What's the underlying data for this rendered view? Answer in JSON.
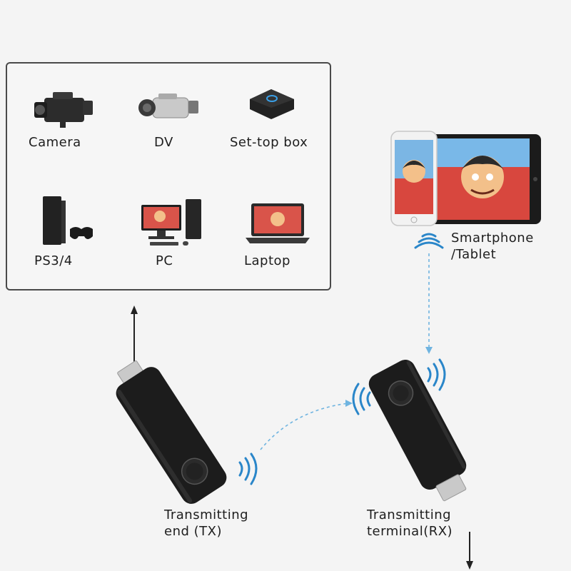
{
  "sources": {
    "items": [
      {
        "label": "Camera",
        "icon": "camera-icon"
      },
      {
        "label": "DV",
        "icon": "camcorder-icon"
      },
      {
        "label": "Set-top box",
        "icon": "set-top-box-icon"
      },
      {
        "label": "PS3/4",
        "icon": "game-console-icon"
      },
      {
        "label": "PC",
        "icon": "desktop-pc-icon"
      },
      {
        "label": "Laptop",
        "icon": "laptop-icon"
      }
    ]
  },
  "receiver_targets": {
    "line1": "Smartphone",
    "line2": "/Tablet",
    "icon": "phone-tablet-icon"
  },
  "tx": {
    "line1": "Transmitting",
    "line2": "end (TX)",
    "icon": "hdmi-dongle-icon"
  },
  "rx": {
    "line1": "Transmitting",
    "line2": "terminal(RX)",
    "icon": "hdmi-dongle-icon"
  },
  "colors": {
    "dongle": "#1c1c1c",
    "wifi_waves": "#2a86c9",
    "dashed_link": "#6fb4e0",
    "arrow": "#222222",
    "box_border": "#4a4a4a"
  }
}
